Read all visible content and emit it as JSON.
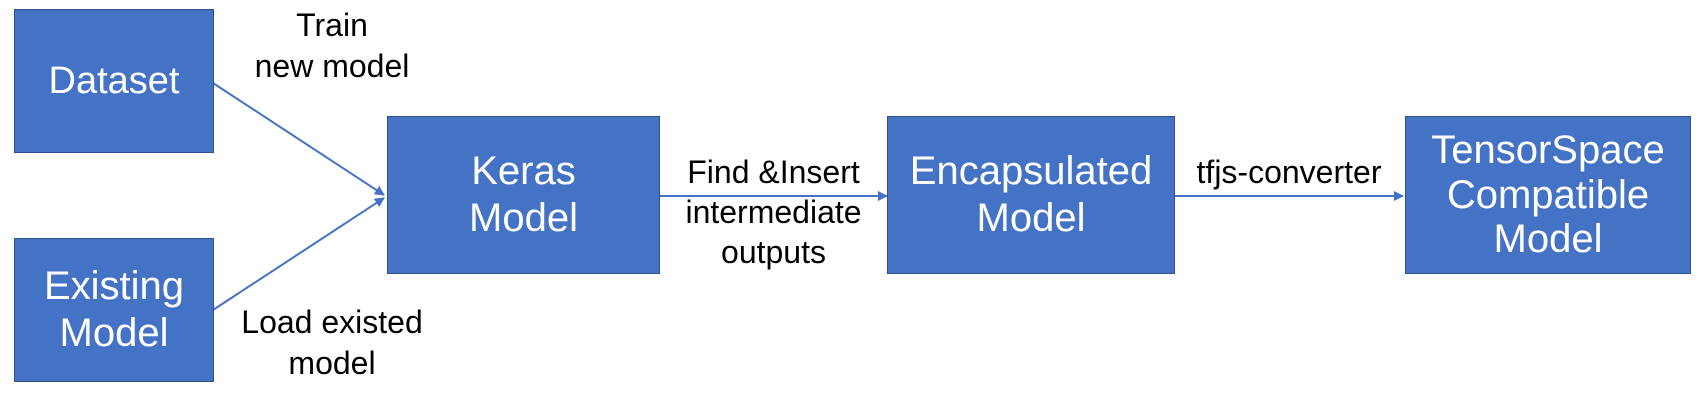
{
  "nodes": {
    "dataset": {
      "lines": [
        "Dataset"
      ]
    },
    "existing_model": {
      "lines": [
        "Existing",
        "Model"
      ]
    },
    "keras_model": {
      "lines": [
        "Keras",
        "Model"
      ]
    },
    "encapsulated_model": {
      "lines": [
        "Encapsulated",
        "Model"
      ]
    },
    "tensorspace_model": {
      "lines": [
        "TensorSpace",
        "Compatible",
        "Model"
      ]
    }
  },
  "edge_labels": {
    "train": {
      "lines": [
        "Train",
        "new model"
      ]
    },
    "load": {
      "lines": [
        "Load existed",
        "model"
      ]
    },
    "find_insert": {
      "lines": [
        "Find &Insert",
        "intermediate",
        "outputs"
      ]
    },
    "converter": {
      "lines": [
        "tfjs-converter"
      ]
    }
  },
  "colors": {
    "box_fill": "#4472c4",
    "box_border": "#2f528f",
    "box_text": "#ffffff",
    "arrow": "#4472c4",
    "label_text": "#000000"
  }
}
